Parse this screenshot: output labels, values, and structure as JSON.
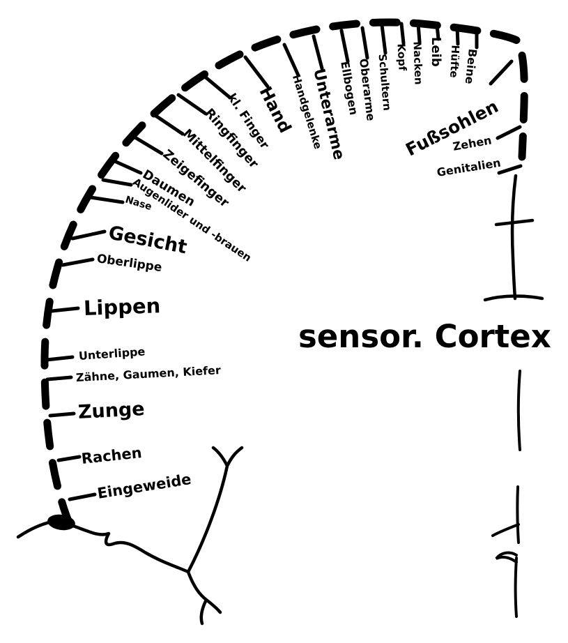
{
  "title": {
    "text": "sensor. Cortex"
  },
  "colors": {
    "ink": "#000000",
    "background": "#ffffff"
  },
  "labels": [
    {
      "text": "Eingeweide"
    },
    {
      "text": "Rachen"
    },
    {
      "text": "Zunge"
    },
    {
      "text": "Zähne, Gaumen, Kiefer"
    },
    {
      "text": "Unterlippe"
    },
    {
      "text": "Lippen"
    },
    {
      "text": "Oberlippe"
    },
    {
      "text": "Gesicht"
    },
    {
      "text": "Nase"
    },
    {
      "text": "Augenlider und -brauen"
    },
    {
      "text": "Daumen"
    },
    {
      "text": "Zeigefinger"
    },
    {
      "text": "Mittelfinger"
    },
    {
      "text": "Ringfinger"
    },
    {
      "text": "kl. Finger"
    },
    {
      "text": "Hand"
    },
    {
      "text": "Handgelenke"
    },
    {
      "text": "Unterarme"
    },
    {
      "text": "Ellbogen"
    },
    {
      "text": "Oberarme"
    },
    {
      "text": "Schultern"
    },
    {
      "text": "Kopf"
    },
    {
      "text": "Nacken"
    },
    {
      "text": "Leib"
    },
    {
      "text": "Hüfte"
    },
    {
      "text": "Beine"
    },
    {
      "text": "Fußsohlen"
    },
    {
      "text": "Zehen"
    },
    {
      "text": "Genitalien"
    }
  ]
}
